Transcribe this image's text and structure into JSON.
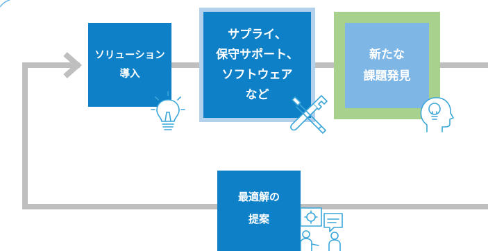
{
  "colors": {
    "primary_box": "#0e80c8",
    "highlight_border": "#b3d1ed",
    "issue_border": "#a9d18e",
    "issue_box": "#7eb6e6",
    "loop_line": "#bfbfbf",
    "icon_stroke": "#3aa6d8"
  },
  "flow": {
    "solution": {
      "line1": "ソリューション",
      "line2": "導入",
      "icon": "lightbulb-icon"
    },
    "support": {
      "line1": "サプライ、",
      "line2": "保守サポート、",
      "line3": "ソフトウェア",
      "line4": "など",
      "icon": "wrench-screwdriver-icon"
    },
    "issue": {
      "line1": "新たな",
      "line2": "課題発見",
      "icon": "head-lightbulb-icon"
    },
    "proposal": {
      "line1": "最適解の",
      "line2": "提案",
      "icon": "meeting-icon"
    }
  }
}
